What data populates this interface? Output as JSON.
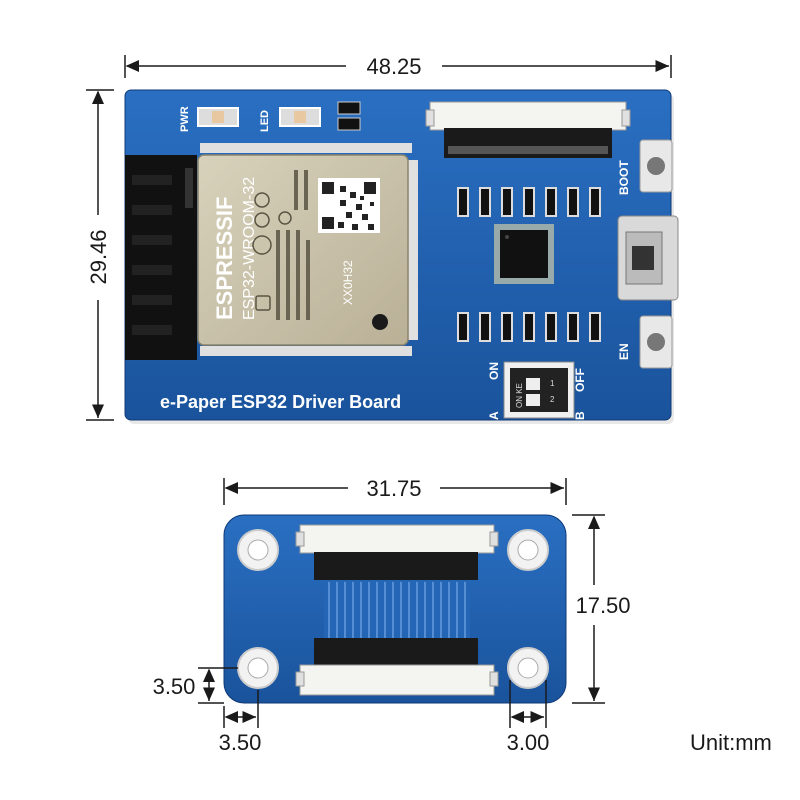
{
  "dimensions": {
    "board_width": "48.25",
    "board_height": "29.46",
    "adapter_width": "31.75",
    "adapter_height": "17.50",
    "hole_offset_vertical": "3.50",
    "hole_offset_horizontal": "3.50",
    "hole_diameter": "3.00",
    "unit": "Unit:mm"
  },
  "driver_board": {
    "title": "e-Paper ESP32 Driver Board",
    "pwr_label": "PWR",
    "led_label": "LED",
    "boot_label": "BOOT",
    "en_label": "EN",
    "on_label": "ON",
    "off_label": "OFF",
    "a_label": "A",
    "b_label": "B",
    "switch_text": "ON KE",
    "switch_num_1": "1",
    "switch_num_2": "2",
    "module": {
      "brand": "ESPRESSIF",
      "model": "ESP32-WROOM-32",
      "chip_mark": "XX0H32"
    }
  },
  "colors": {
    "pcb_blue": "#1f5fae",
    "pcb_dark": "#0e2f66",
    "shield": "#c9c1a8",
    "connector_white": "#f4f4f0"
  }
}
